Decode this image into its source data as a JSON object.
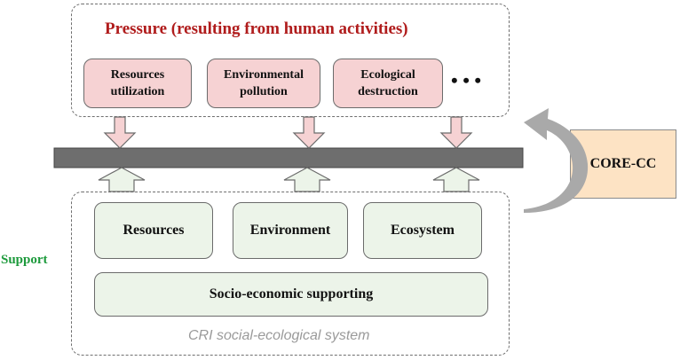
{
  "pressure": {
    "title": "Pressure (resulting from human activities)",
    "items": [
      {
        "label": "Resources utilization"
      },
      {
        "label": "Environmental pollution"
      },
      {
        "label": "Ecological destruction"
      }
    ],
    "more": "• • •",
    "box_color": "#f6d2d3",
    "title_color": "#b01c1c"
  },
  "support": {
    "label": "Support",
    "items": [
      {
        "label": "Resources"
      },
      {
        "label": "Environment"
      },
      {
        "label": "Ecosystem"
      }
    ],
    "base": "Socio-economic supporting",
    "system_label": "CRI social-ecological system",
    "box_color": "#ecf4e9",
    "label_color": "#1d9a3c"
  },
  "core": {
    "label": "CORE-CC",
    "color": "#fde3c4"
  },
  "bar_color": "#6e6e6e"
}
